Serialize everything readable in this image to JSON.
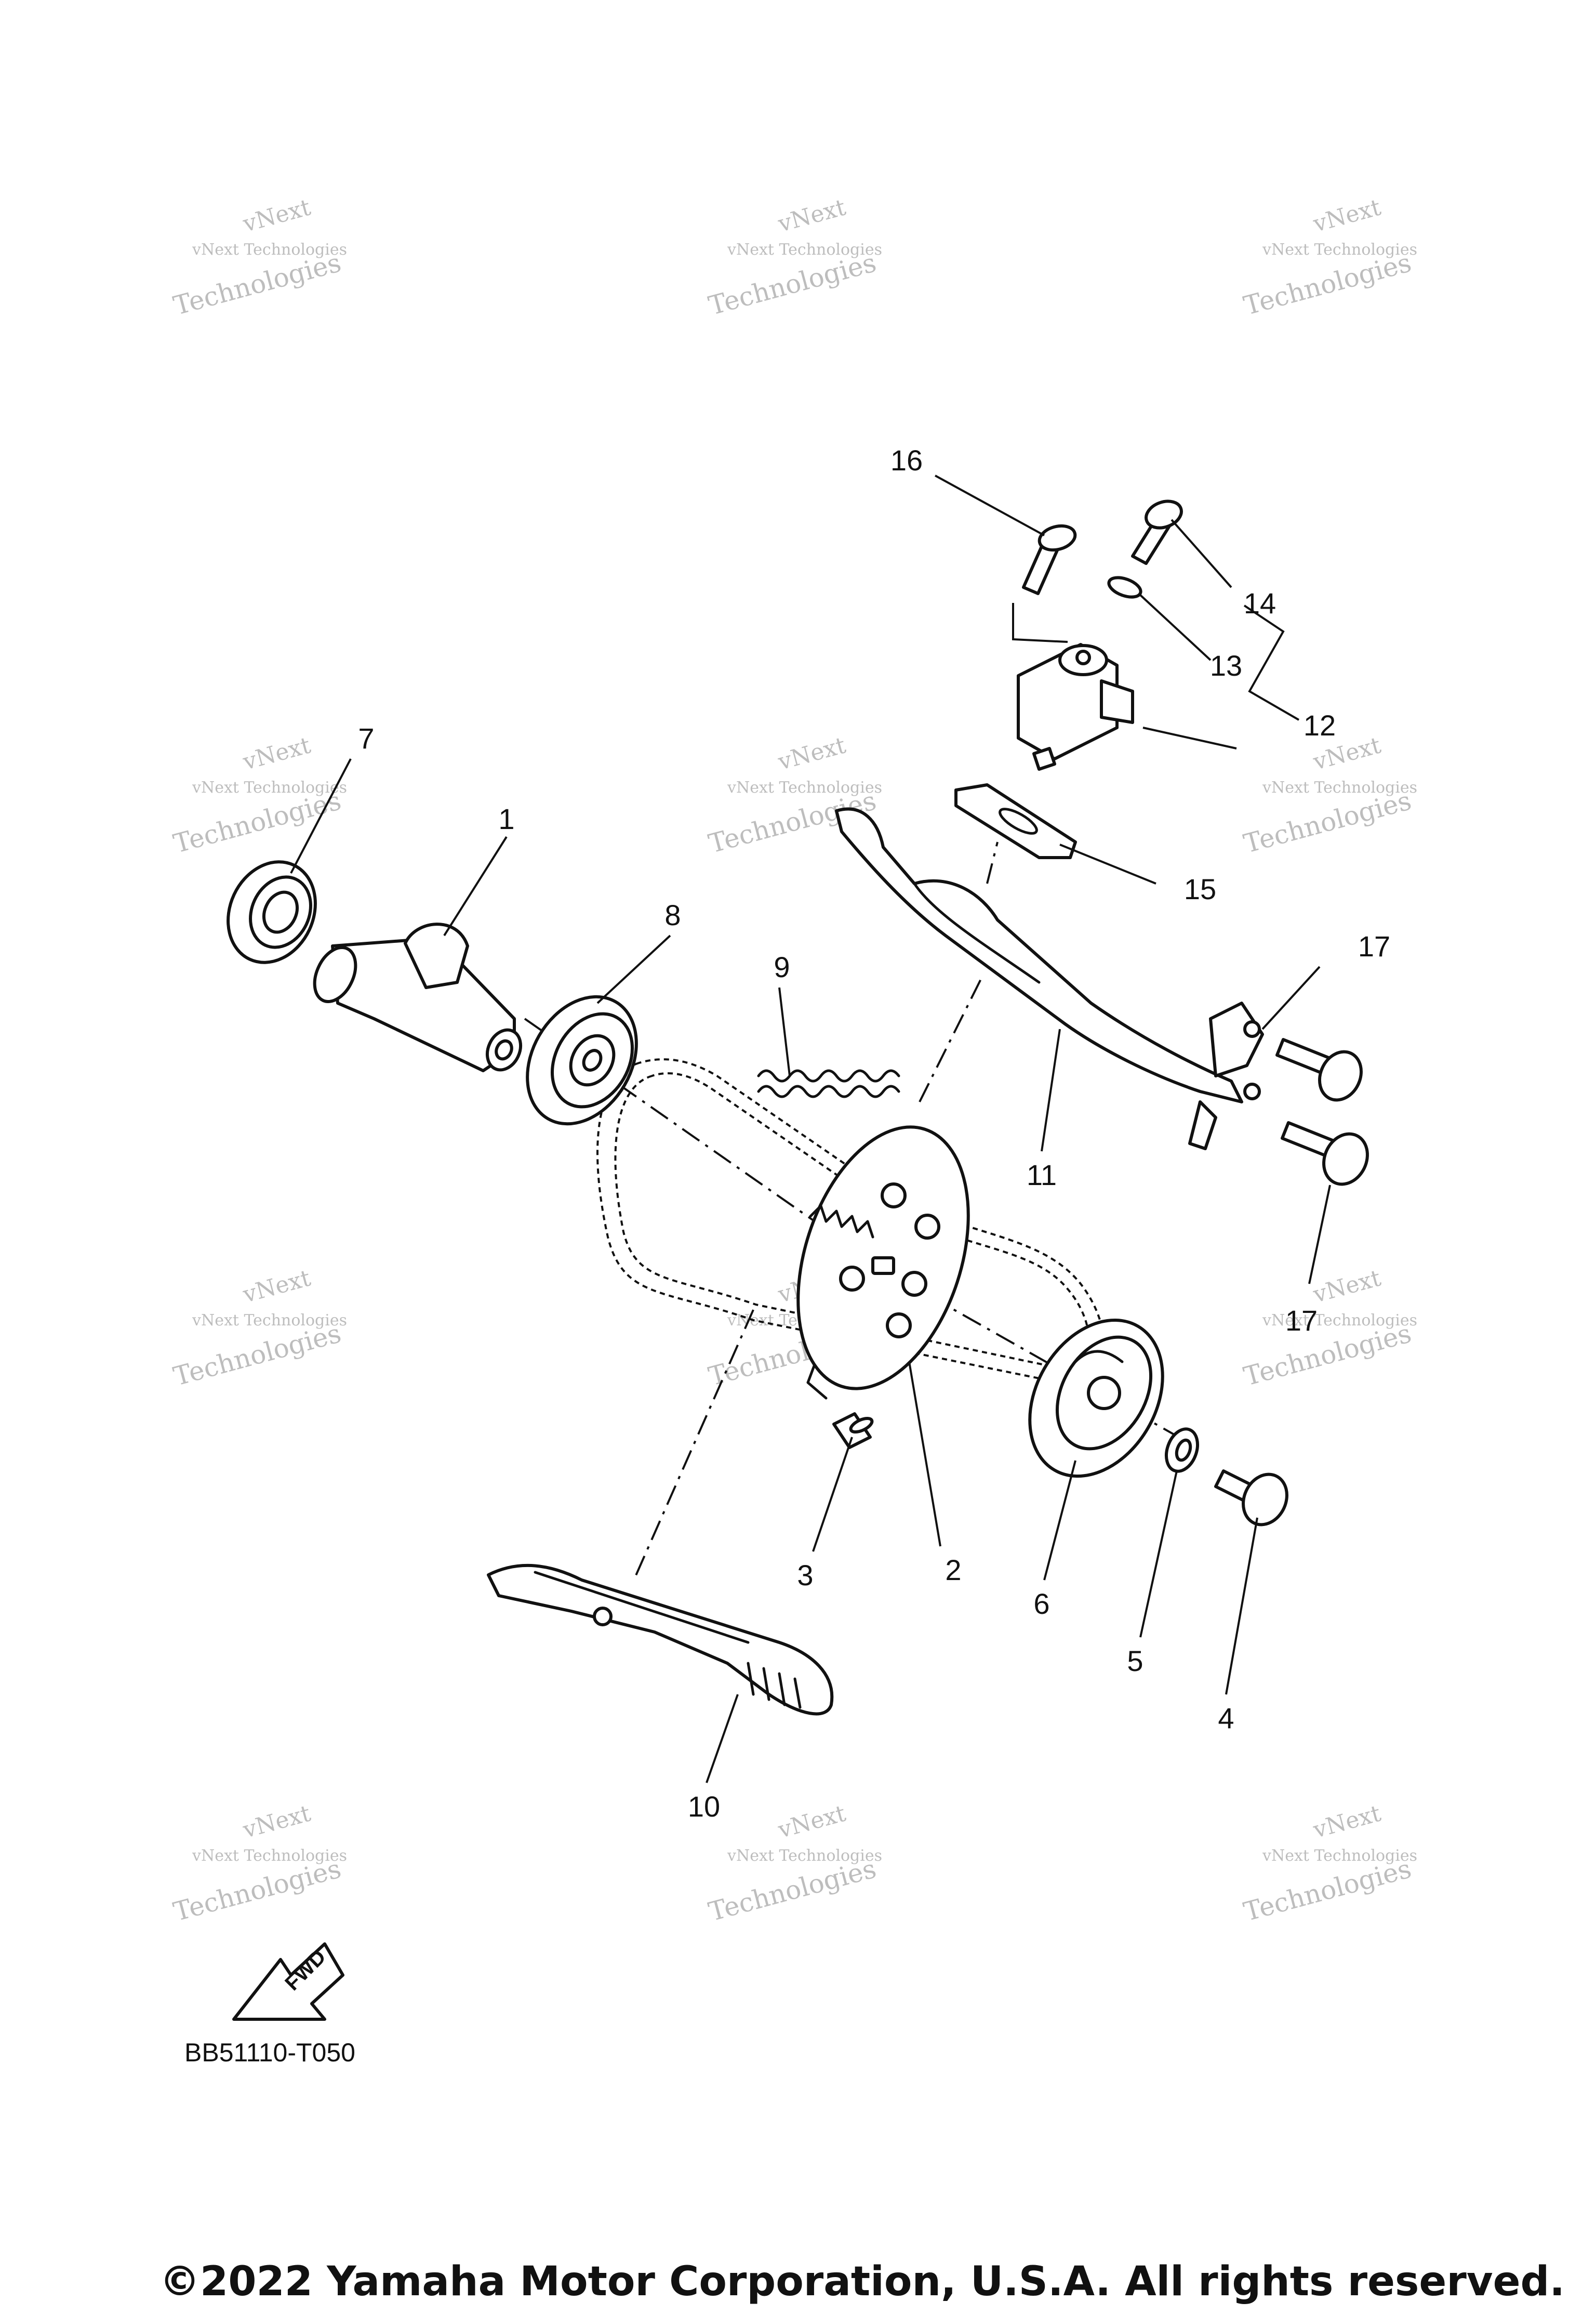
{
  "diagram": {
    "drawing_code": "BB51110-T050",
    "copyright": "©2022 Yamaha Motor Corporation, U.S.A. All rights reserved.",
    "fwd_label": "FWD",
    "watermark_line1": "vNext Technologies",
    "watermark_line2": "vNext",
    "watermark_line3": "Technologies",
    "callouts": {
      "c1": "1",
      "c2": "2",
      "c3": "3",
      "c4": "4",
      "c5": "5",
      "c6": "6",
      "c7": "7",
      "c8": "8",
      "c9": "9",
      "c10": "10",
      "c11": "11",
      "c12": "12",
      "c13": "13",
      "c14": "14",
      "c15": "15",
      "c16": "16",
      "c17a": "17",
      "c17b": "17"
    }
  }
}
